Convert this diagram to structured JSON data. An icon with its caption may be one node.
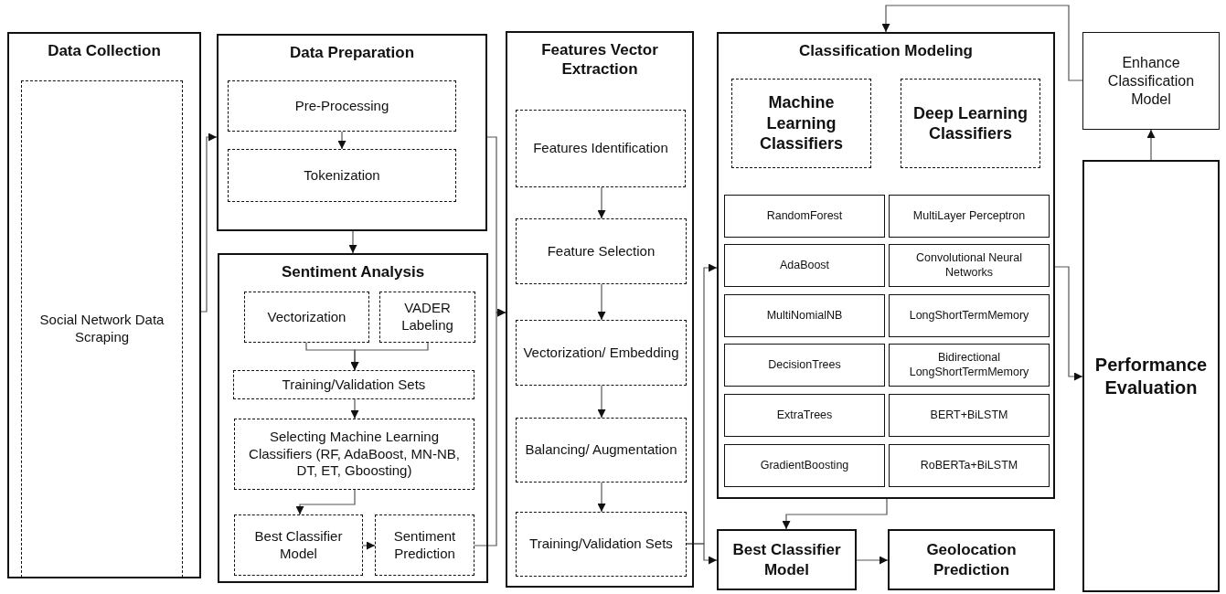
{
  "diagram": {
    "nodes": [
      {
        "text": [
          "Data Collection"
        ]
      },
      {
        "text": [
          "Social Network Data Scraping"
        ],
        "in": 0
      },
      {
        "text": [
          "Data Preparation"
        ]
      },
      {
        "text": [
          "Pre-Processing"
        ],
        "in": 2
      },
      {
        "text": [
          "Tokenization"
        ],
        "in": 2
      },
      {
        "text": [
          "Sentiment Analysis"
        ]
      },
      {
        "text": [
          "Vectorization"
        ],
        "in": 5
      },
      {
        "text": [
          "VADER Labeling"
        ],
        "in": 5
      },
      {
        "text": [
          "Training/Validation Sets"
        ],
        "in": 5
      },
      {
        "text": [
          "Selecting Machine Learning Classifiers (RF, AdaBoost, MN-NB, DT, ET, Gboosting)"
        ],
        "in": 5
      },
      {
        "text": [
          "Best Classifier Model"
        ],
        "in": 5
      },
      {
        "text": [
          "Sentiment Prediction"
        ],
        "in": 5
      },
      {
        "text": [
          "Features Vector Extraction"
        ]
      },
      {
        "text": [
          "Features Identification"
        ],
        "in": 12
      },
      {
        "text": [
          "Feature Selection"
        ],
        "in": 12
      },
      {
        "text": [
          "Vectorization/ Embedding"
        ],
        "in": 12
      },
      {
        "text": [
          "Balancing/ Augmentation"
        ],
        "in": 12
      },
      {
        "text": [
          "Training/Validation Sets"
        ],
        "in": 12
      },
      {
        "text": [
          "Classification Modeling"
        ]
      },
      {
        "text": [
          "Machine Learning Classifiers"
        ],
        "in": 18
      },
      {
        "text": [
          "Deep Learning Classifiers"
        ],
        "in": 18
      },
      {
        "text": [
          "RandomForest"
        ],
        "in": 18
      },
      {
        "text": [
          "MultiLayer Perceptron"
        ],
        "in": 18
      },
      {
        "text": [
          "AdaBoost"
        ],
        "in": 18
      },
      {
        "text": [
          "Convolutional Neural Networks"
        ],
        "in": 18
      },
      {
        "text": [
          "MultiNomialNB"
        ],
        "in": 18
      },
      {
        "text": [
          "LongShortTermMemory"
        ],
        "in": 18
      },
      {
        "text": [
          "DecisionTrees"
        ],
        "in": 18
      },
      {
        "text": [
          "Bidirectional LongShortTermMemory"
        ],
        "in": 18
      },
      {
        "text": [
          "ExtraTrees"
        ],
        "in": 18
      },
      {
        "text": [
          "BERT+BiLSTM"
        ],
        "in": 18
      },
      {
        "text": [
          "GradientBoosting"
        ],
        "in": 18
      },
      {
        "text": [
          "RoBERTa+BiLSTM"
        ],
        "in": 18
      },
      {
        "text": [
          "Best Classifier Model"
        ]
      },
      {
        "text": [
          "Geolocation Prediction"
        ]
      },
      {
        "text": [
          "Enhance Classification Model"
        ]
      },
      {
        "text": [
          "Performance Evaluation"
        ]
      }
    ],
    "edges": [
      {
        "from": 0,
        "to": 2,
        "arrow": "to"
      },
      {
        "from": 3,
        "to": 4,
        "arrow": "to"
      },
      {
        "from": 2,
        "to": 5,
        "arrow": "to"
      },
      {
        "from": 6,
        "to": 8,
        "arrow": "to"
      },
      {
        "from": 7,
        "to": 8,
        "arrow": "to"
      },
      {
        "from": 8,
        "to": 9,
        "arrow": "to"
      },
      {
        "from": 9,
        "to": 10,
        "arrow": "to"
      },
      {
        "from": 10,
        "to": 11,
        "arrow": "to"
      },
      {
        "from": 2,
        "to": 12,
        "arrow": "to"
      },
      {
        "from": 11,
        "to": 12,
        "arrow": "to"
      },
      {
        "from": 13,
        "to": 14,
        "arrow": "to"
      },
      {
        "from": 14,
        "to": 15,
        "arrow": "to"
      },
      {
        "from": 15,
        "to": 16,
        "arrow": "to"
      },
      {
        "from": 16,
        "to": 17,
        "arrow": "to"
      },
      {
        "from": 17,
        "to": 18,
        "arrow": "to"
      },
      {
        "from": 17,
        "to": 33,
        "arrow": "to"
      },
      {
        "from": 18,
        "to": 33,
        "arrow": "to"
      },
      {
        "from": 33,
        "to": 34,
        "arrow": "to"
      },
      {
        "from": 18,
        "to": 36,
        "arrow": "to"
      },
      {
        "from": 36,
        "to": 35,
        "arrow": "to"
      },
      {
        "from": 35,
        "to": 18,
        "arrow": "to"
      }
    ]
  }
}
